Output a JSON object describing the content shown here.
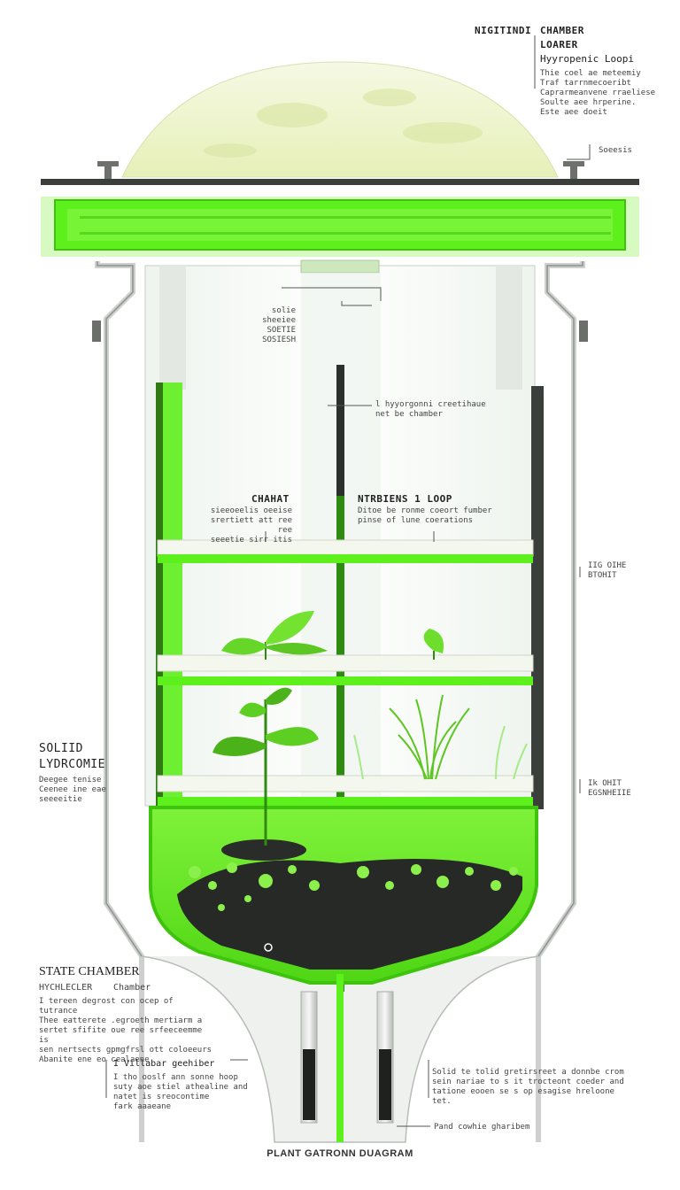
{
  "labels": {
    "top_right": {
      "col1": "NIGITINDI",
      "col2a": "CHAMBER",
      "col2b": "LOARER",
      "sub": "Hyyropenic  Loopi",
      "body": "Thie coel ae meteemiy\nTraf tarrnmecoeribt\nCaprarmeanvene rraeliese\nSoulte aee hrperine.\nEste aee doeit"
    },
    "sensors": "Soeesis",
    "left_upper": "solie\nsheeiee\nSOETIE\nSOSIESH",
    "center_callout": "l hyyorgonni creetihaue\nnet be chamber",
    "chahat": {
      "title": "CHAHAT",
      "body": "sieeoeelis oeeise\nsrertiett att ree ree\nseeetie sirr itis"
    },
    "nutrients": {
      "title": "NTRBIENS 1 LOOP",
      "body": "Ditoe be ronme coeort  fumber\npinse of lune coerations"
    },
    "right_mid": "IIG OIHE\nBTOHIT",
    "solid": {
      "title1": "SOLIID",
      "title2": "LYDRCOMIE",
      "body": "Deegee tenise\nCeenee ine eae\nseeeeitie"
    },
    "right_low": "Ik OHIT\nEGSNHEIIE",
    "state_chamber": {
      "title": "STATE CHAMBER",
      "sub_a": "HYCHLECLER",
      "sub_b": "Chamber",
      "body": "I tereen degrost con ocep of tutrance\nThee eatterete .egroeth mertiarm a\nsertet sfifite oue ree srfeeceemme is\nsen nertsects gpmgfrsl ott coloeeurs\nAbanite ene eo cealaene"
    },
    "villar": {
      "title": "I Villabar geehiber",
      "body": "I tho ooslf ann sonne hoop\nsuty aoe stiel athealine and\nnatet is sreocontime\nfark aaaeane"
    },
    "bottom_right": "Solid te tolid gretirsreet a donnbe crom\nsein nariae to s it trocteont coeder and\ntatione eooen se s op esagise hreloone tet.",
    "pand": "Pand cowhie gharibem",
    "footer": "PLANT GATRONN DUAGRAM"
  },
  "colors": {
    "accent_green": "#5ef01c",
    "dark_green": "#2f8a12",
    "frame_grey": "#b9bdb8",
    "soil": "#2a2c2a",
    "dome": "#eef5cc"
  }
}
